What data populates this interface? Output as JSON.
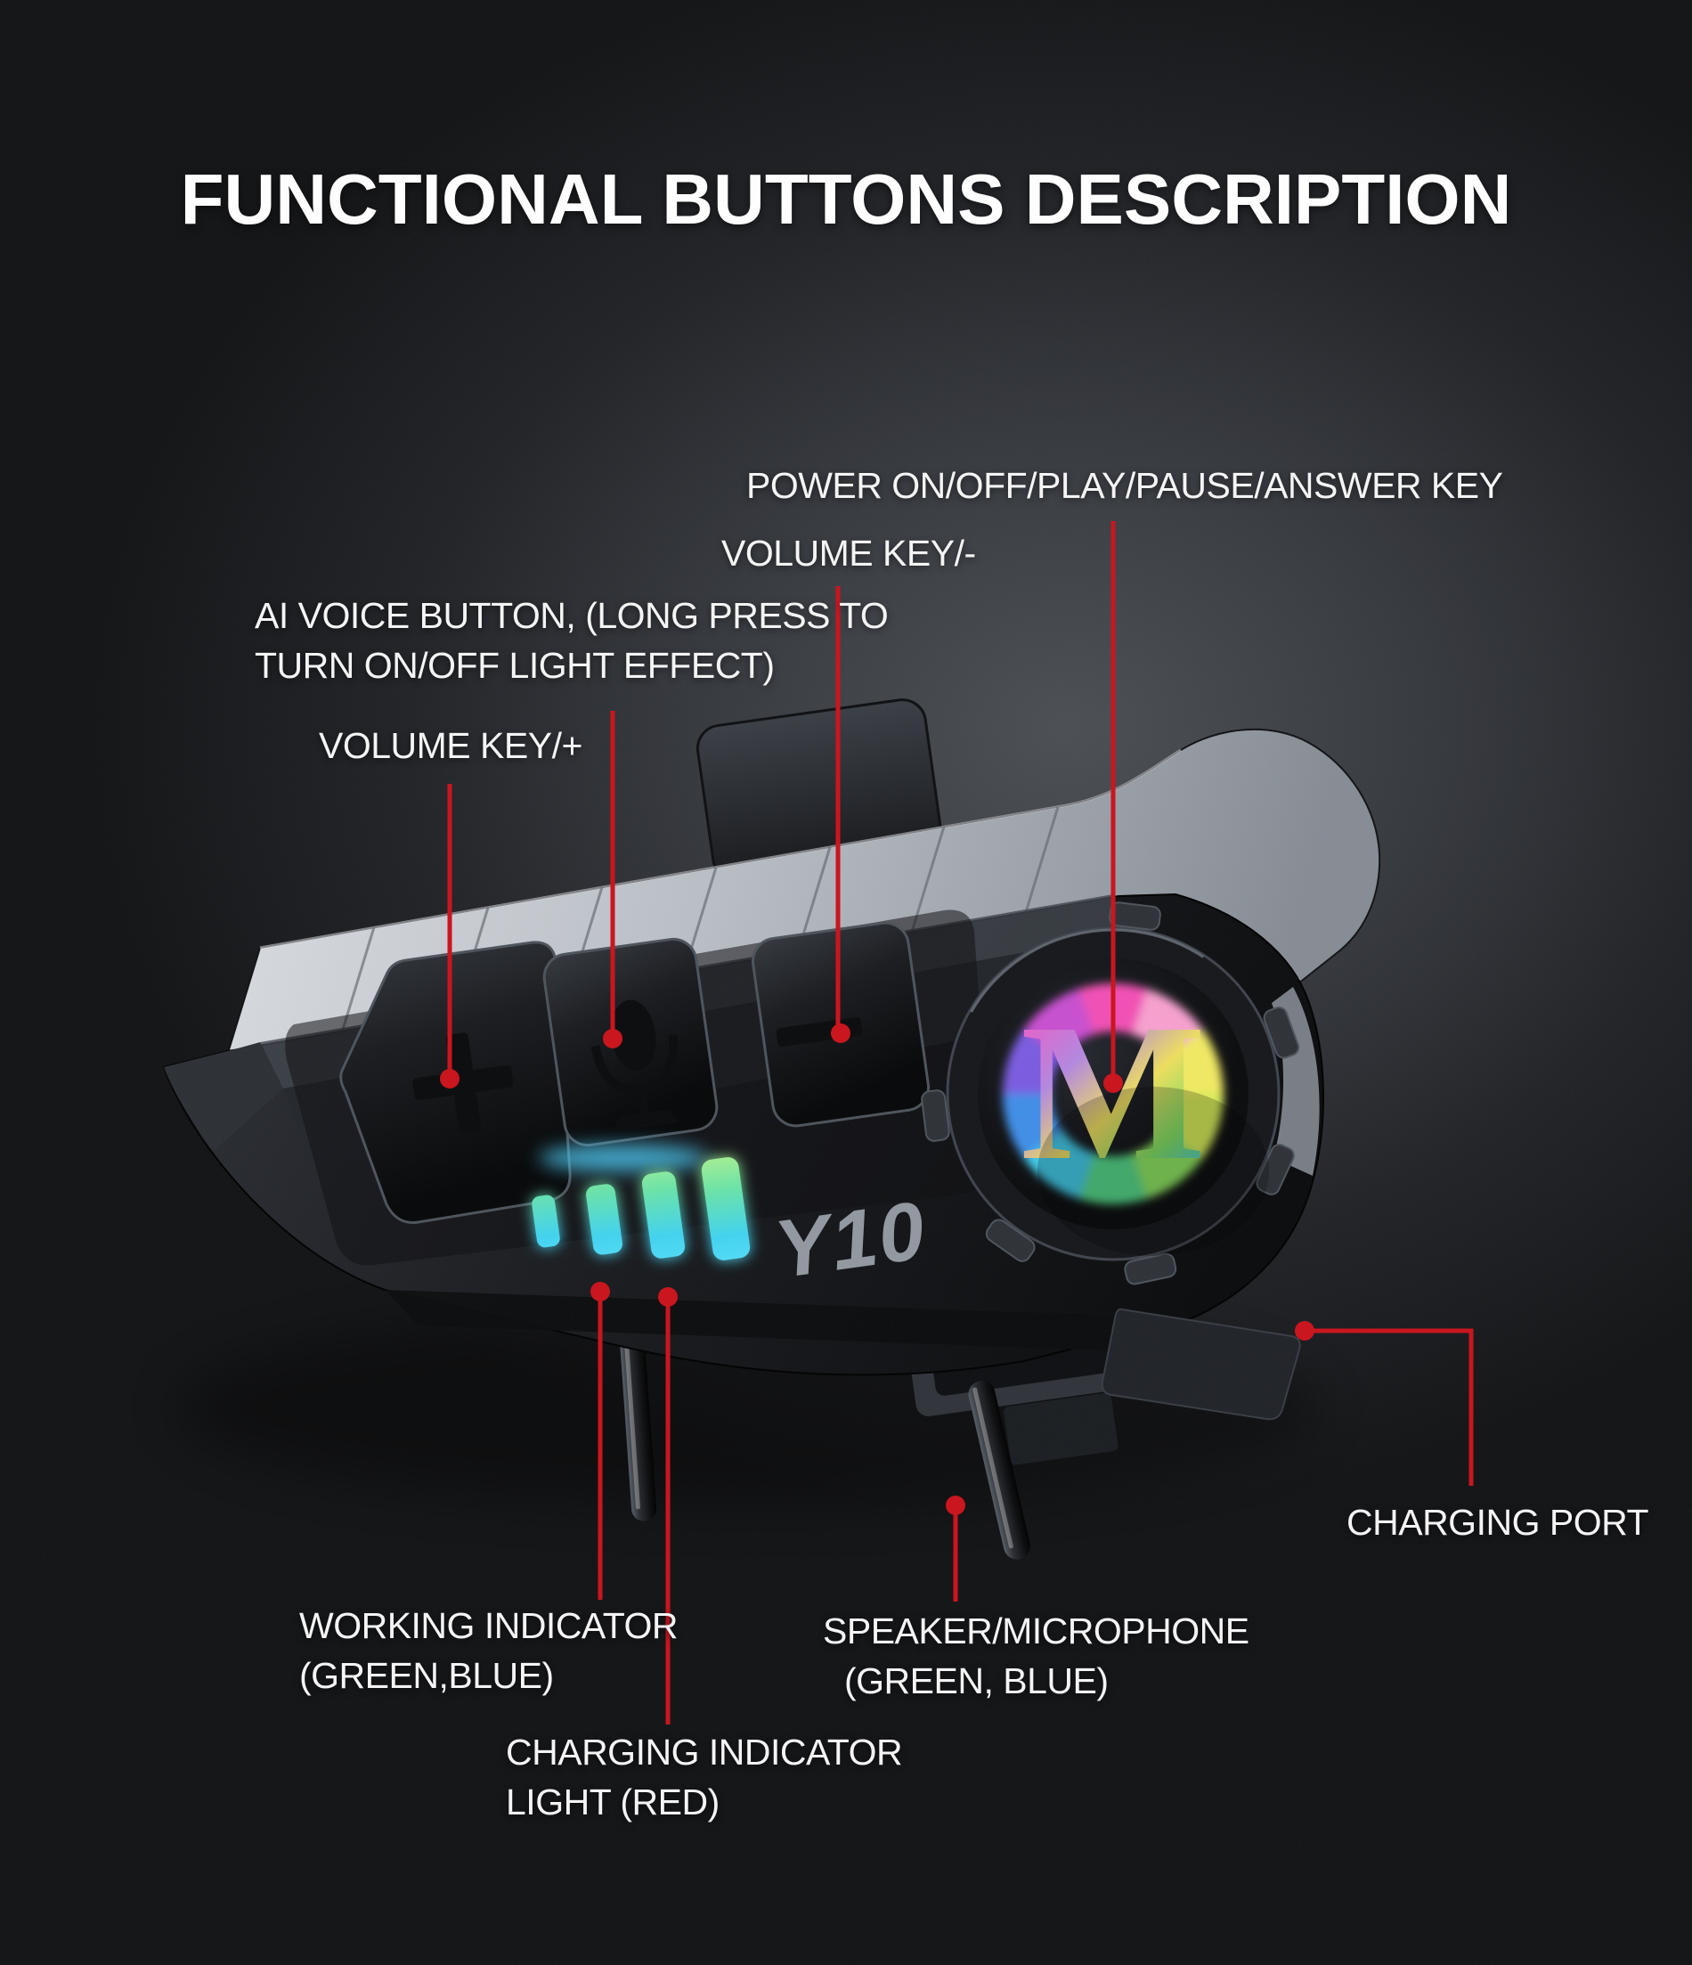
{
  "title": "FUNCTIONAL BUTTONS DESCRIPTION",
  "device": {
    "model": "Y10",
    "logo_letter": "M"
  },
  "callouts": {
    "power_key": {
      "label": "POWER ON/OFF/PLAY/PAUSE/ANSWER KEY"
    },
    "volume_minus": {
      "label": "VOLUME KEY/-"
    },
    "ai_voice": {
      "line1": "AI VOICE BUTTON, (LONG PRESS TO",
      "line2": "TURN ON/OFF LIGHT EFFECT)"
    },
    "volume_plus": {
      "label": "VOLUME KEY/+"
    },
    "charging_port": {
      "label": "CHARGING PORT"
    },
    "working_indicator": {
      "line1": "WORKING INDICATOR",
      "line2": "(GREEN,BLUE)"
    },
    "speaker_microphone": {
      "line1": "SPEAKER/MICROPHONE",
      "line2": "(GREEN, BLUE)"
    },
    "charging_indicator": {
      "line1": "CHARGING INDICATOR",
      "line2": "LIGHT (RED)"
    }
  },
  "colors": {
    "background_dark": "#131416",
    "background_light": "#4b4f54",
    "leader_red": "#c9161f",
    "label_white": "#f4f4f5",
    "trim_gray": "#b9bec4",
    "led_green": "#9aea82",
    "led_cyan": "#45d3f2",
    "logo_ring": [
      "#f24fb4",
      "#f7a0cf",
      "#f0e962",
      "#d6ec58",
      "#8ce45e",
      "#52d887",
      "#3fc9e8",
      "#3f8ee8",
      "#7a5ce0",
      "#c84fd0"
    ]
  }
}
